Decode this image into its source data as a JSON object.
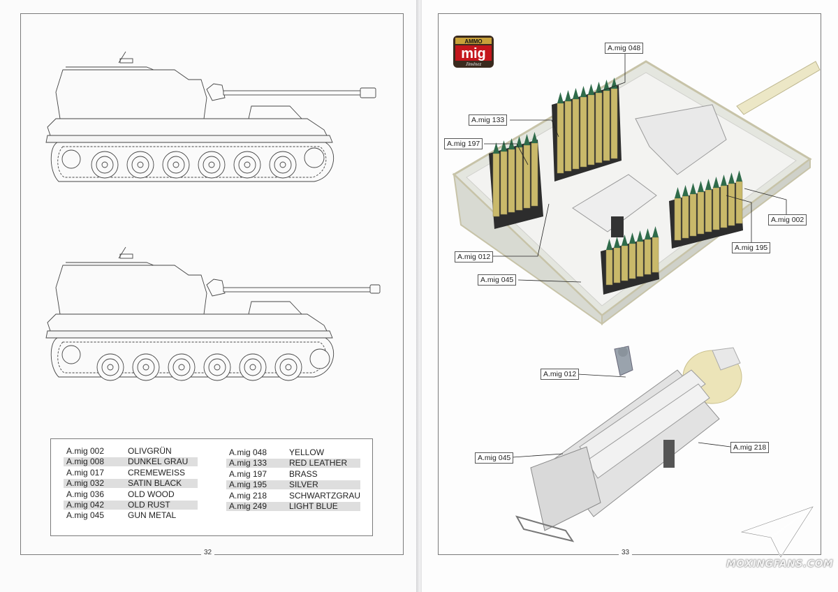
{
  "pages": {
    "left_number": "32",
    "right_number": "33"
  },
  "legend": {
    "column_1": [
      {
        "code": "A.mig  002",
        "name": "OLIVGRÜN"
      },
      {
        "code": "A.mig  008",
        "name": "DUNKEL GRAU"
      },
      {
        "code": "A.mig  017",
        "name": "CREMEWEISS"
      },
      {
        "code": "A.mig  032",
        "name": "SATIN BLACK"
      },
      {
        "code": "A.mig  036",
        "name": "OLD WOOD"
      },
      {
        "code": "A.mig  042",
        "name": "OLD RUST"
      },
      {
        "code": "A.mig  045",
        "name": "GUN METAL"
      }
    ],
    "column_2": [
      {
        "code": "A.mig  048",
        "name": "YELLOW"
      },
      {
        "code": "A.mig  133",
        "name": "RED LEATHER"
      },
      {
        "code": "A.mig  197",
        "name": "BRASS"
      },
      {
        "code": "A.mig  195",
        "name": "SILVER"
      },
      {
        "code": "A.mig  218",
        "name": "SCHWARTZGRAU"
      },
      {
        "code": "A.mig  249",
        "name": "LIGHT BLUE"
      }
    ]
  },
  "callouts": {
    "c048": "A.mig 048",
    "c133": "A.mig 133",
    "c197": "A.mig 197",
    "c002": "A.mig 002",
    "c012a": "A.mig 012",
    "c195": "A.mig 195",
    "c045a": "A.mig 045",
    "c012b": "A.mig 012",
    "c218": "A.mig 218",
    "c045b": "A.mig 045"
  },
  "logo": {
    "top": "AMMO",
    "main": "mig",
    "sub": "Jiménez"
  },
  "watermark": "MOXINGFANS.COM",
  "colors": {
    "interior": "#e4e6df",
    "shell_green": "#2f6b4a",
    "shell_brass": "#c9b96a",
    "gun_tube": "#ece7c6",
    "logo_red": "#c4161c"
  }
}
